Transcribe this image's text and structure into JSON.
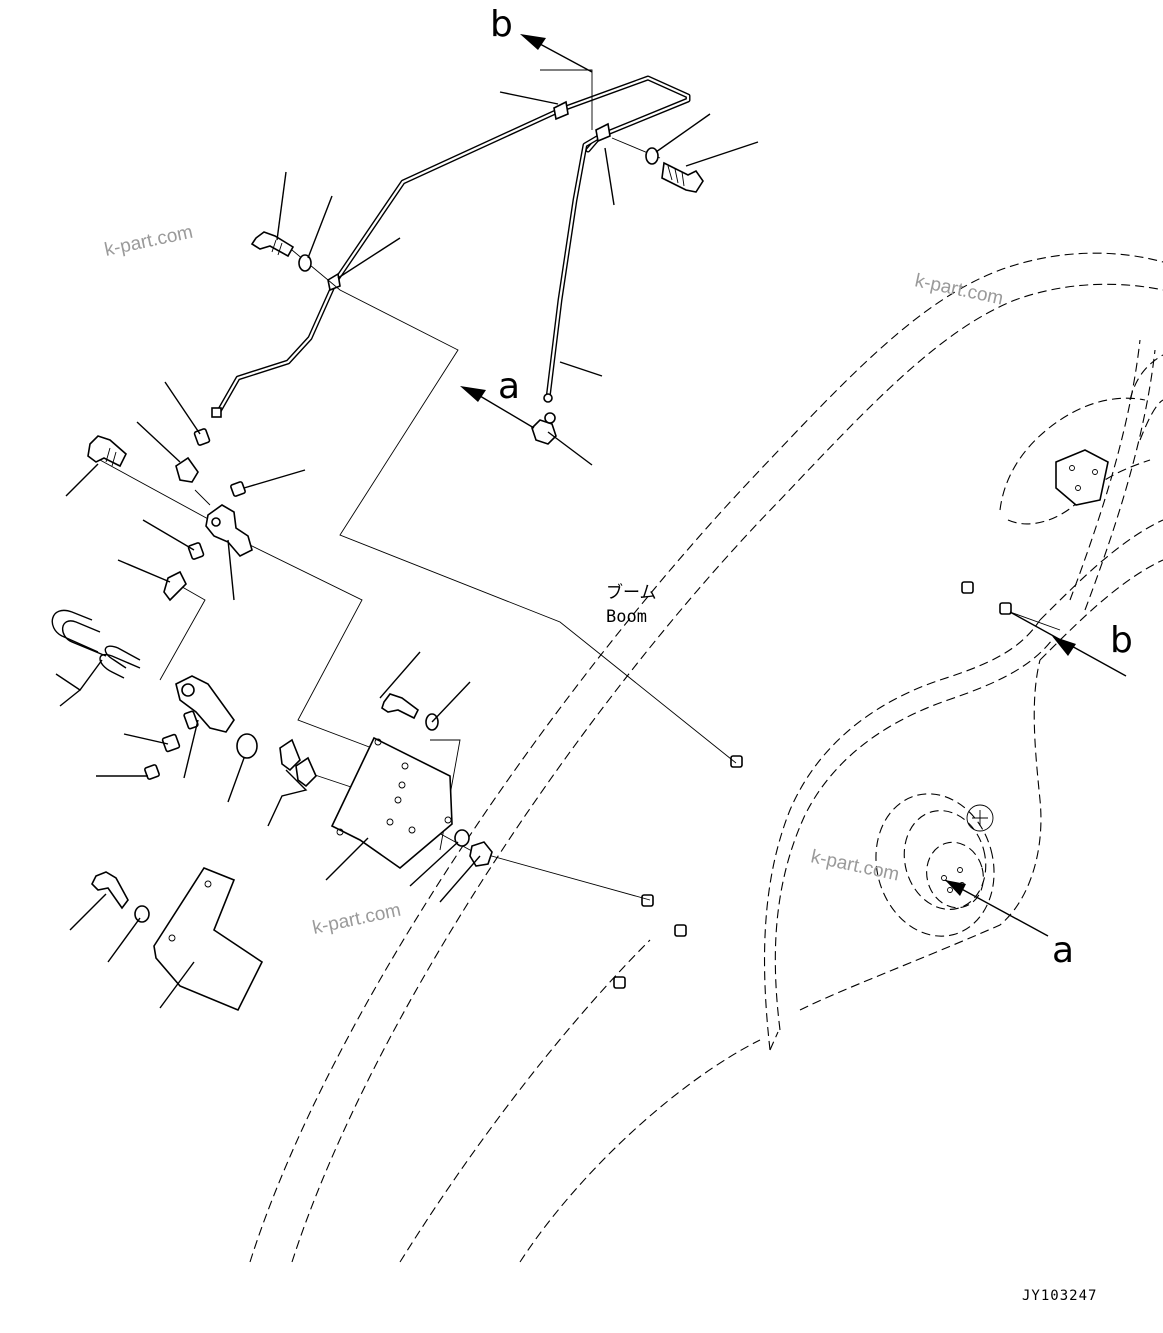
{
  "view_labels": {
    "a_top": "a",
    "b_top": "b",
    "a_right": "a",
    "b_right": "b"
  },
  "component_label": {
    "japanese": "ブーム",
    "english": "Boom"
  },
  "drawing_code": "JY103247",
  "watermarks": [
    "k-part.com",
    "k-part.com",
    "k-part.com",
    "k-part.com"
  ]
}
